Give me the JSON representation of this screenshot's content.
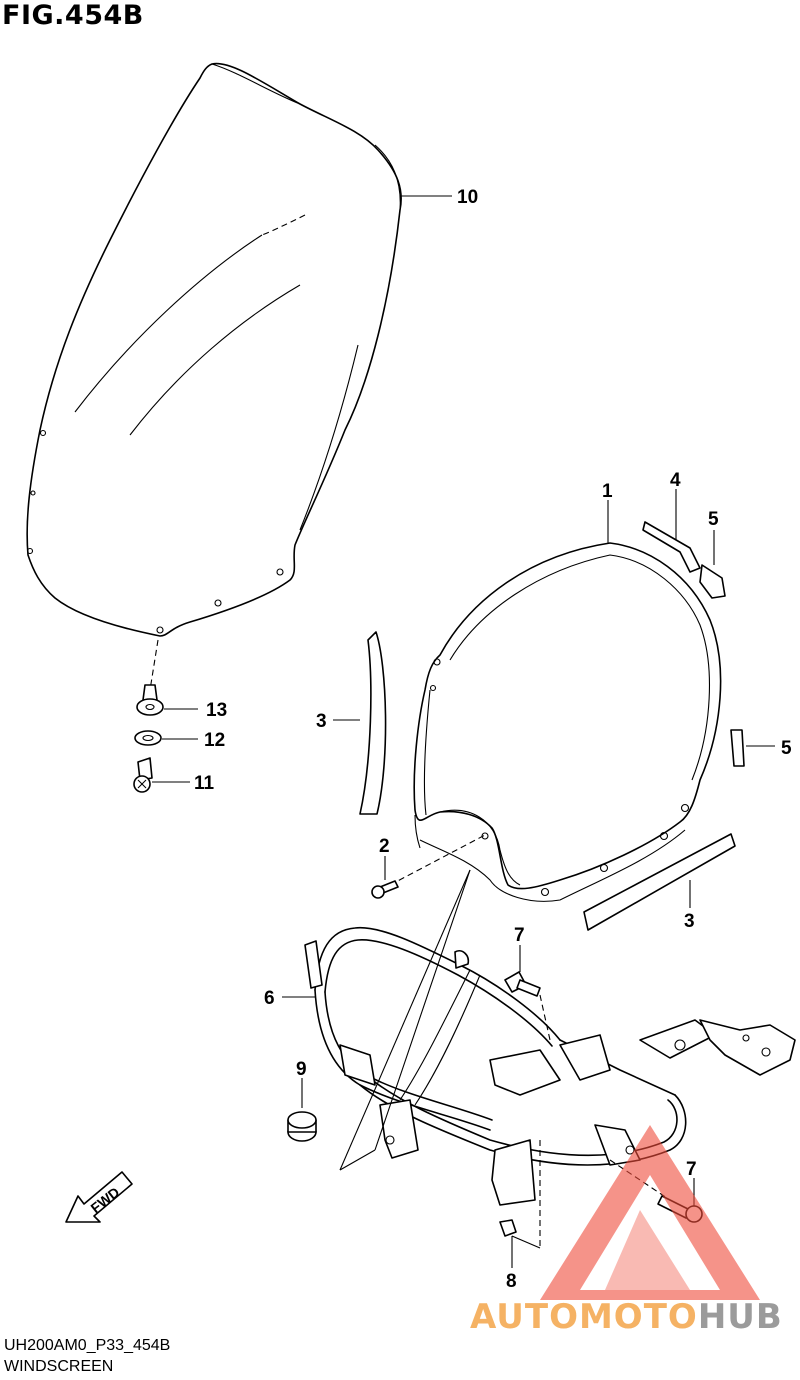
{
  "figure": {
    "title": "FIG.454B"
  },
  "footer": {
    "code": "UH200AM0_P33_454B",
    "caption": "WINDSCREEN"
  },
  "fwd_label": "FWD",
  "callouts": [
    "10",
    "1",
    "4",
    "5",
    "5",
    "3",
    "3",
    "2",
    "13",
    "12",
    "11",
    "7",
    "6",
    "9",
    "7",
    "8"
  ],
  "watermark": {
    "auto": "AUTOMOTO",
    "hub": "HUB",
    "accent_color": "#f04b3a",
    "text_color": "#f4a54a",
    "hub_color": "#8a8a8a"
  }
}
